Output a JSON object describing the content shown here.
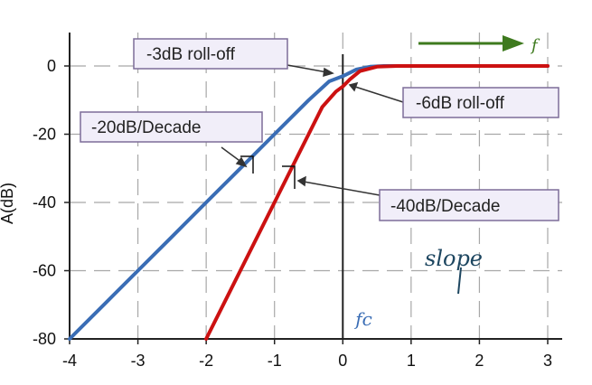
{
  "chart_data": {
    "type": "line",
    "xlabel": "",
    "ylabel": "A(dB)",
    "xlim": [
      -4,
      3
    ],
    "ylim": [
      -80,
      10
    ],
    "x_ticks": [
      "-4",
      "-3",
      "-2",
      "-1",
      "0",
      "1",
      "2",
      "3"
    ],
    "y_ticks": [
      "0",
      "-20",
      "-40",
      "-60",
      "-80"
    ],
    "grid": true,
    "grid_style": "dashed",
    "series": [
      {
        "color": "#3a6db5",
        "points": [
          [
            -4,
            -80
          ],
          [
            -3.5,
            -70
          ],
          [
            -3,
            -60
          ],
          [
            -2.5,
            -50
          ],
          [
            -2,
            -40
          ],
          [
            -1.5,
            -30
          ],
          [
            -1,
            -20
          ],
          [
            -0.5,
            -10
          ],
          [
            -0.2,
            -4.5
          ],
          [
            0,
            -3
          ],
          [
            0.2,
            -1
          ],
          [
            0.4,
            -0.2
          ],
          [
            0.6,
            0
          ],
          [
            3,
            0
          ]
        ]
      },
      {
        "color": "#cc1111",
        "points": [
          [
            -2,
            -80
          ],
          [
            -1.5,
            -60
          ],
          [
            -1,
            -40
          ],
          [
            -0.6,
            -24
          ],
          [
            -0.3,
            -12
          ],
          [
            -0.1,
            -7.5
          ],
          [
            0,
            -6
          ],
          [
            0.1,
            -4
          ],
          [
            0.25,
            -1.5
          ],
          [
            0.5,
            -0.2
          ],
          [
            0.8,
            0
          ],
          [
            3,
            0
          ]
        ]
      }
    ],
    "cutoff_line_x": 0,
    "cutoff_label": "fc",
    "annotations": [
      {
        "text": "-3dB roll-off"
      },
      {
        "text": "-6dB roll-off"
      },
      {
        "text": "-20dB/Decade"
      },
      {
        "text": "-40dB/Decade"
      }
    ],
    "frequency_arrow_label": "f",
    "handwritten_note": "slope",
    "colors": {
      "annotation_fill": "#f1eef9",
      "annotation_border": "#7d6d99",
      "frequency_arrow": "#3e7a1e",
      "cutoff_label": "#3a6db5",
      "handwriting": "#1d4660"
    }
  }
}
